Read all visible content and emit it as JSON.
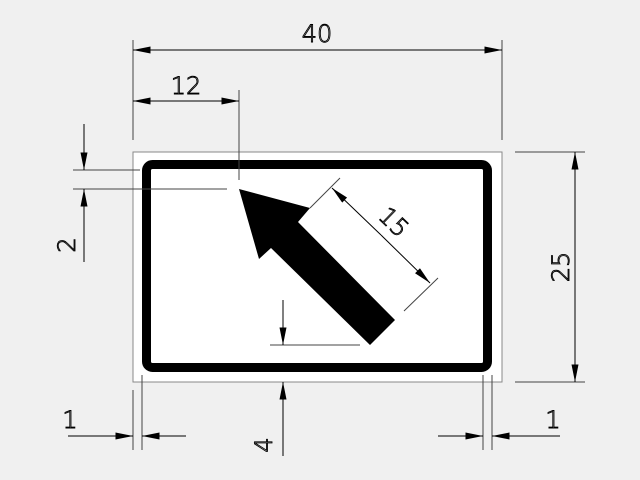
{
  "drawing": {
    "title": "Sign dimension drawing: diagonal arrow sign",
    "dimensions": {
      "overall_width": "40",
      "arrow_tip_offset_x": "12",
      "arrow_tip_offset_y": "2",
      "overall_height": "25",
      "arrow_length": "15",
      "border_left": "1",
      "border_right": "1",
      "arrow_bottom_offset": "4"
    },
    "colors": {
      "background": "#f0f0f0",
      "sign": "#ffffff",
      "border": "#000000"
    }
  }
}
